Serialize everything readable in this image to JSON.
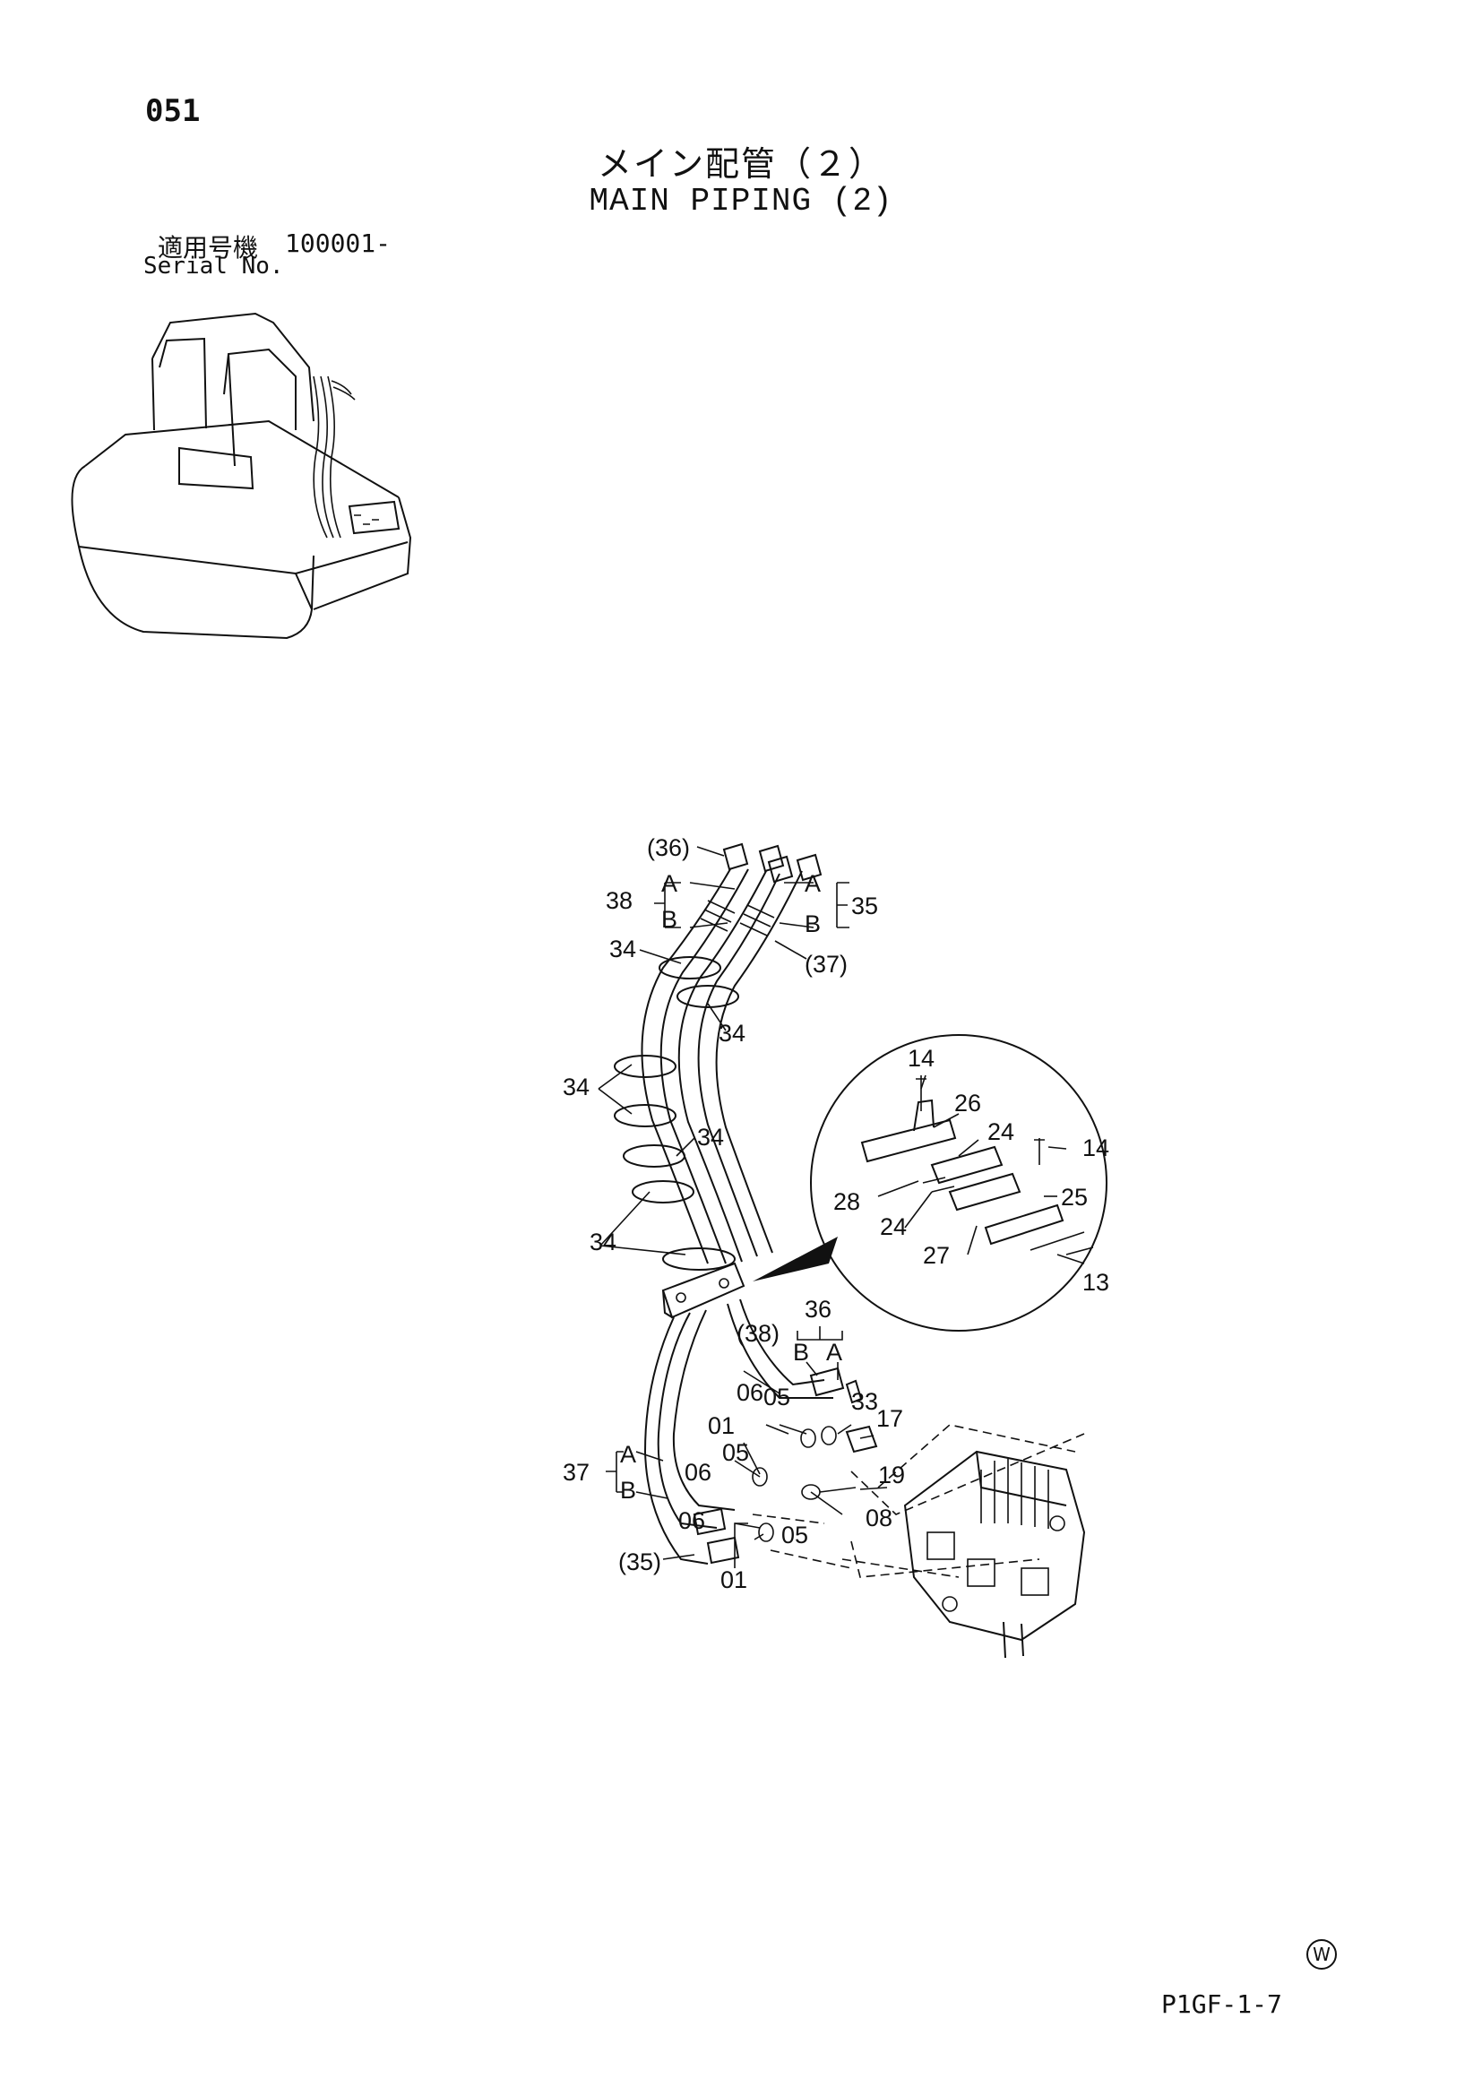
{
  "header": {
    "page_number": "051",
    "title_jp": "メイン配管（２）",
    "title_en": "MAIN PIPING (2)",
    "serial_label_jp": "適用号機",
    "serial_value": "100001-",
    "serial_label_en": "Serial No."
  },
  "footer": {
    "doc_code": "P1GF-1-7",
    "mark": "W"
  },
  "callouts": {
    "c36p": "(36)",
    "c38": "38",
    "a1": "A",
    "b1": "B",
    "a2": "A",
    "b2": "B",
    "c35": "35",
    "c37p": "(37)",
    "c34a": "34",
    "c34b": "34",
    "c34c": "34",
    "c34d": "34",
    "c34e": "34",
    "c14a": "14",
    "c26": "26",
    "c24a": "24",
    "c14b": "14",
    "c28": "28",
    "c25": "25",
    "c24b": "24",
    "c27": "27",
    "c13": "13",
    "c36": "36",
    "b3": "B",
    "a3": "A",
    "c38p": "(38)",
    "c06a": "06",
    "c05a": "05",
    "c33": "33",
    "c17": "17",
    "c01a": "01",
    "c05b": "05",
    "c19": "19",
    "c06b": "06",
    "c37": "37",
    "a4": "A",
    "b4": "B",
    "c08": "08",
    "c06c": "06",
    "c05c": "05",
    "c35p": "(35)",
    "c01b": "01"
  }
}
